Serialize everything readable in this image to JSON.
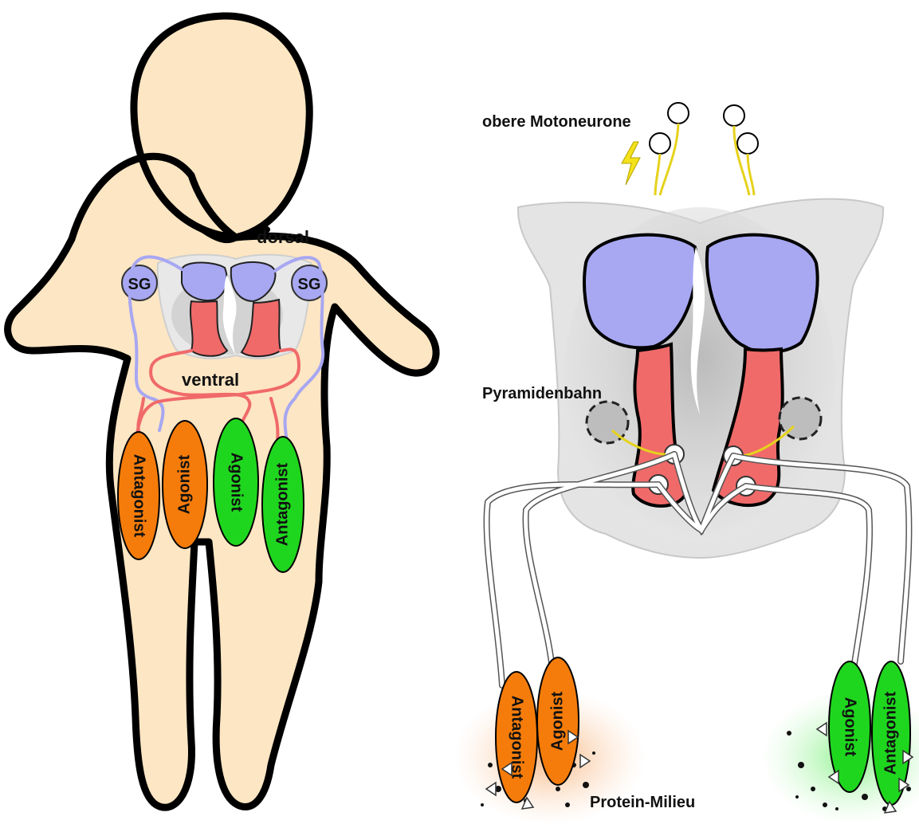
{
  "labels": {
    "dorsal": "dorsal",
    "ventral": "ventral",
    "sg_left": "SG",
    "sg_right": "SG",
    "upper_motoneurons": "obere Motoneurone",
    "pyramidal_tract": "Pyramidenbahn",
    "protein_milieu": "Protein-Milieu"
  },
  "muscles": {
    "left_figure": [
      "Antagonist",
      "Agonist",
      "Agonist",
      "Antagonist"
    ],
    "right_orange": [
      "Antagonist",
      "Agonist"
    ],
    "right_green": [
      "Agonist",
      "Antagonist"
    ]
  },
  "colors": {
    "skin": "#fde6c3",
    "dorsal_horn": "#a7a7f2",
    "ventral_horn": "#f06a6a",
    "orange_muscle": "#f57c0a",
    "green_muscle": "#1fd61f",
    "cord_gray": "#e4e4e4",
    "nerve_yellow": "#e6d21c"
  }
}
